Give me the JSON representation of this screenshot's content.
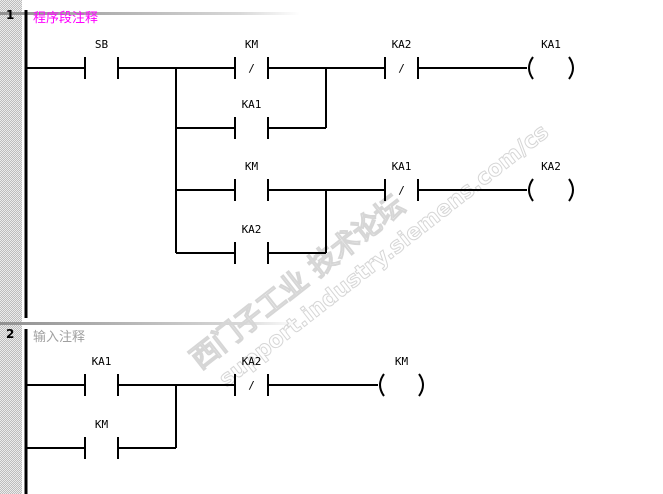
{
  "networks": [
    {
      "number": "1",
      "comment": "程序段注释",
      "comment_color": "#ff00ff"
    },
    {
      "number": "2",
      "comment": "输入注释",
      "comment_color": "#a0a0a0"
    }
  ],
  "elements": [
    {
      "net": 1,
      "type": "contact_no",
      "label": "SB",
      "rung": 0,
      "col": 0
    },
    {
      "net": 1,
      "type": "contact_nc",
      "label": "KM",
      "rung": 0,
      "col": 1
    },
    {
      "net": 1,
      "type": "contact_no",
      "label": "KA1",
      "rung": 1,
      "col": 1
    },
    {
      "net": 1,
      "type": "contact_nc",
      "label": "KA2",
      "rung": 0,
      "col": 2
    },
    {
      "net": 1,
      "type": "coil",
      "label": "KA1",
      "rung": 0,
      "col": 3
    },
    {
      "net": 1,
      "type": "contact_no",
      "label": "KM",
      "rung": 2,
      "col": 1
    },
    {
      "net": 1,
      "type": "contact_no",
      "label": "KA2",
      "rung": 3,
      "col": 1
    },
    {
      "net": 1,
      "type": "contact_nc",
      "label": "KA1",
      "rung": 2,
      "col": 2
    },
    {
      "net": 1,
      "type": "coil",
      "label": "KA2",
      "rung": 2,
      "col": 3
    },
    {
      "net": 2,
      "type": "contact_no",
      "label": "KA1",
      "rung": 0,
      "col": 0
    },
    {
      "net": 2,
      "type": "contact_no",
      "label": "KM",
      "rung": 1,
      "col": 0
    },
    {
      "net": 2,
      "type": "contact_nc",
      "label": "KA2",
      "rung": 0,
      "col": 1
    },
    {
      "net": 2,
      "type": "coil",
      "label": "KM",
      "rung": 0,
      "col": 2
    }
  ],
  "nc_symbol": "/",
  "watermark": {
    "line1": "西门子工业 技术论坛",
    "line2": "support.industry.siemens.com/cs"
  }
}
